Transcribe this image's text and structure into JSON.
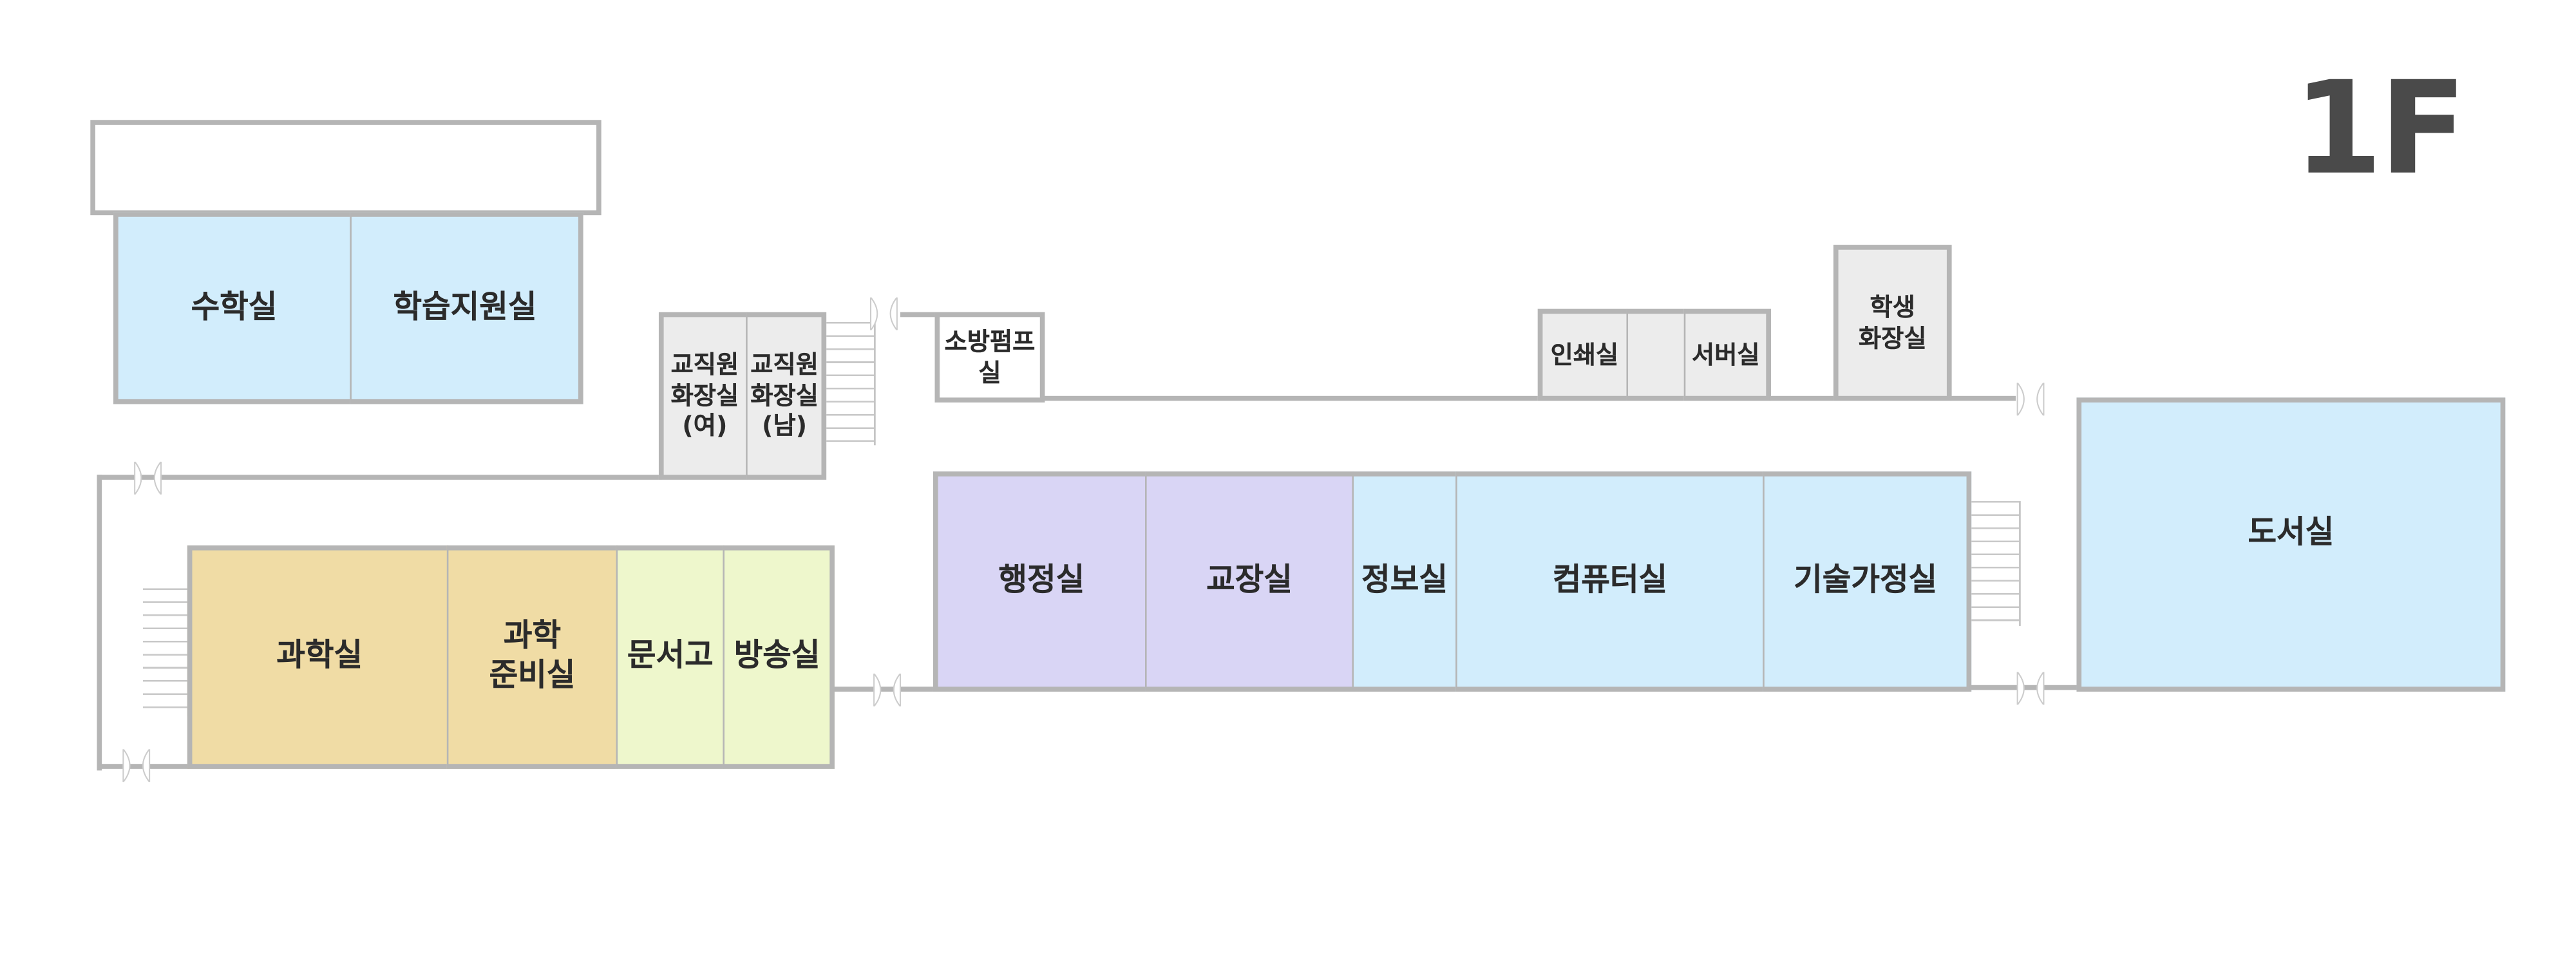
{
  "floor_label": "1F",
  "colors": {
    "wall": "#b5b5b5",
    "classroom_blue": "#d2edfc",
    "science": "#f0dca5",
    "storage_green": "#eef7cc",
    "admin_purple": "#d9d5f5",
    "toilet_gray": "#ececec"
  },
  "rooms": {
    "math": "수학실",
    "learning_support": "학습지원실",
    "staff_toilet_f_1": "교직원",
    "staff_toilet_f_2": "화장실",
    "staff_toilet_f_3": "(여)",
    "staff_toilet_m_1": "교직원",
    "staff_toilet_m_2": "화장실",
    "staff_toilet_m_3": "(남)",
    "fire_pump": "소방펌프실",
    "print": "인쇄실",
    "server": "서버실",
    "student_toilet_1": "학생",
    "student_toilet_2": "화장실",
    "science": "과학실",
    "science_prep_1": "과학",
    "science_prep_2": "준비실",
    "archive": "문서고",
    "broadcast": "방송실",
    "admin": "행정실",
    "principal": "교장실",
    "info": "정보실",
    "computer": "컴퓨터실",
    "tech_home": "기술가정실",
    "library": "도서실"
  }
}
